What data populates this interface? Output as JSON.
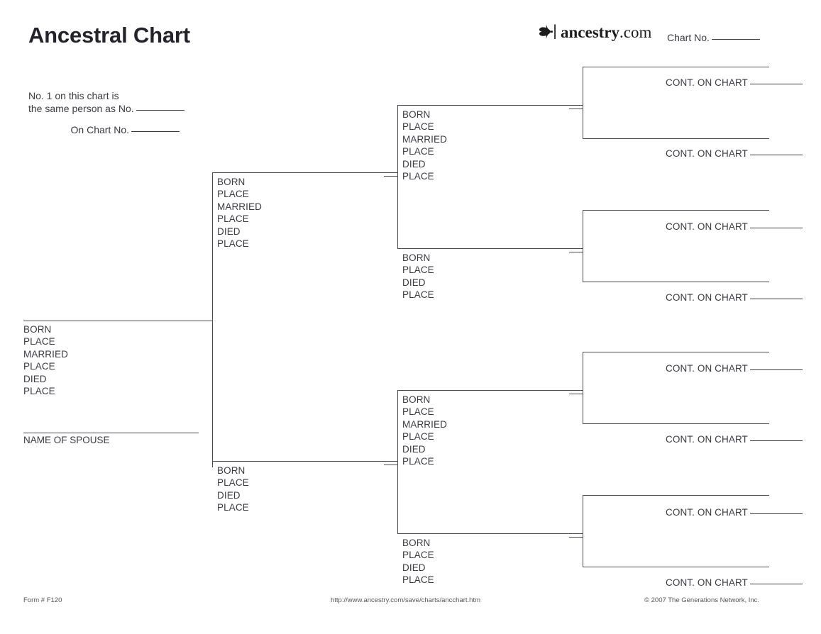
{
  "header": {
    "title": "Ancestral Chart",
    "brand": {
      "icon": "ancestry-leaf-icon",
      "name": "ancestry",
      "tld": ".com"
    },
    "chart_no_label": "Chart No."
  },
  "note": {
    "line1": "No. 1 on this chart is",
    "line2": "the same person as No.",
    "line3": "On Chart No."
  },
  "labels": {
    "born": "BORN",
    "place": "PLACE",
    "married": "MARRIED",
    "died": "DIED",
    "name_of_spouse": "NAME OF SPOUSE",
    "cont_on_chart": "CONT. ON CHART"
  },
  "person_fields": {
    "with_marriage": [
      "BORN",
      "PLACE",
      "MARRIED",
      "PLACE",
      "DIED",
      "PLACE"
    ],
    "without_marriage": [
      "BORN",
      "PLACE",
      "DIED",
      "PLACE"
    ]
  },
  "persons": {
    "p1": {
      "fields": [
        "BORN",
        "PLACE",
        "MARRIED",
        "PLACE",
        "DIED",
        "PLACE"
      ],
      "spouse_label": "NAME OF SPOUSE"
    },
    "p2": {
      "fields": [
        "BORN",
        "PLACE",
        "MARRIED",
        "PLACE",
        "DIED",
        "PLACE"
      ]
    },
    "p3": {
      "fields": [
        "BORN",
        "PLACE",
        "DIED",
        "PLACE"
      ]
    },
    "p4": {
      "fields": [
        "BORN",
        "PLACE",
        "MARRIED",
        "PLACE",
        "DIED",
        "PLACE"
      ]
    },
    "p5": {
      "fields": [
        "BORN",
        "PLACE",
        "DIED",
        "PLACE"
      ]
    },
    "p6": {
      "fields": [
        "BORN",
        "PLACE",
        "MARRIED",
        "PLACE",
        "DIED",
        "PLACE"
      ]
    },
    "p7": {
      "fields": [
        "BORN",
        "PLACE",
        "DIED",
        "PLACE"
      ]
    }
  },
  "cont_entries": [
    {
      "label": "CONT. ON CHART"
    },
    {
      "label": "CONT. ON CHART"
    },
    {
      "label": "CONT. ON CHART"
    },
    {
      "label": "CONT. ON CHART"
    },
    {
      "label": "CONT. ON CHART"
    },
    {
      "label": "CONT. ON CHART"
    },
    {
      "label": "CONT. ON CHART"
    },
    {
      "label": "CONT. ON CHART"
    }
  ],
  "footer": {
    "form": "Form # F120",
    "url": "http://www.ancestry.com/save/charts/ancchart.htm",
    "copyright": "© 2007 The Generations Network, Inc."
  },
  "colors": {
    "ink": "#3a3a42",
    "rule": "#4a4a52",
    "title": "#23232b",
    "page": "#ffffff"
  }
}
